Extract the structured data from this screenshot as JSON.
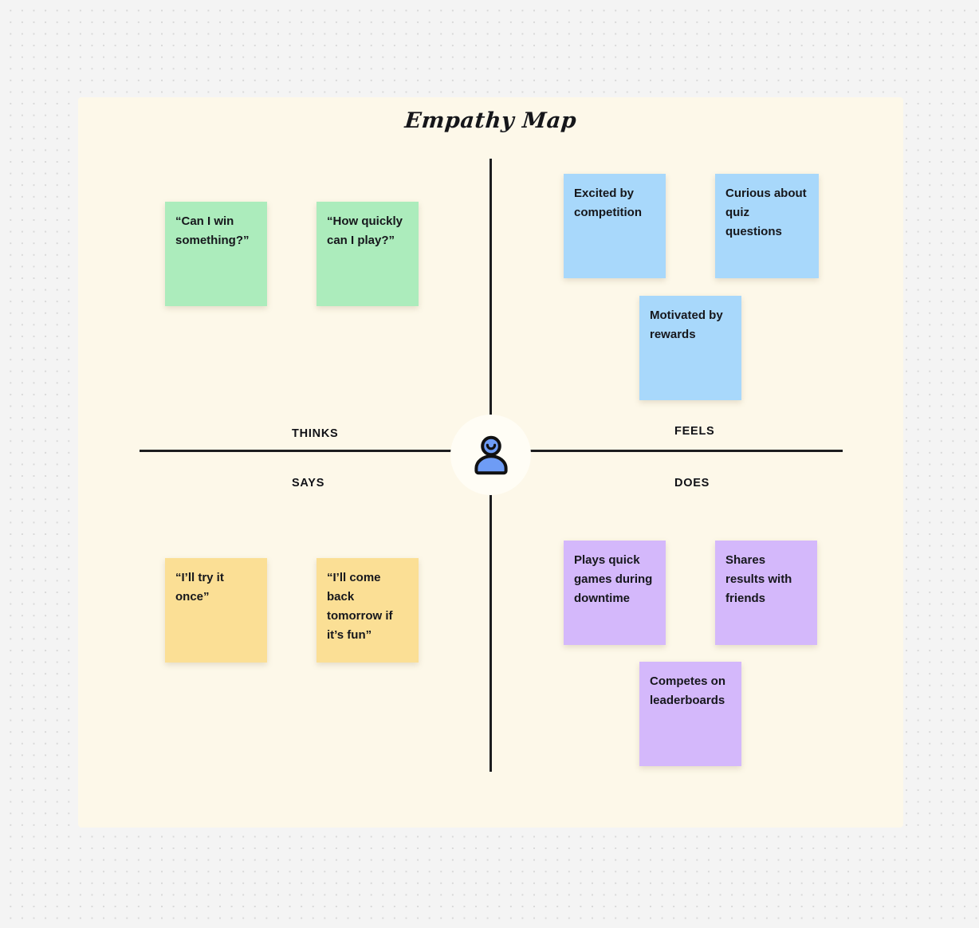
{
  "board": {
    "title": "Empathy Map",
    "background_color": "#f4f4f4",
    "canvas_color": "#fdf8e9",
    "axis_color": "#1d1d1f"
  },
  "center": {
    "avatar_icon": "person-avatar-icon",
    "avatar_fill": "#6e9cf5",
    "avatar_outline": "#111111",
    "avatar_circle": "#fffdf5"
  },
  "quadrants": {
    "thinks": {
      "label": "THINKS",
      "note_color": "#acecbc",
      "notes": [
        {
          "text": "“Can I win something?”"
        },
        {
          "text": "“How quickly can I play?”"
        }
      ]
    },
    "feels": {
      "label": "FEELS",
      "note_color": "#a8d8fb",
      "notes": [
        {
          "text": "Excited by competition"
        },
        {
          "text": "Curious about quiz questions"
        },
        {
          "text": "Motivated by rewards"
        }
      ]
    },
    "says": {
      "label": "SAYS",
      "note_color": "#fbdf95",
      "notes": [
        {
          "text": "“I’ll try it once”"
        },
        {
          "text": "“I’ll come back tomorrow if it’s fun”"
        }
      ]
    },
    "does": {
      "label": "DOES",
      "note_color": "#d4b8fb",
      "notes": [
        {
          "text": "Plays quick games during downtime"
        },
        {
          "text": "Shares results with friends"
        },
        {
          "text": "Competes on leaderboards"
        }
      ]
    }
  }
}
